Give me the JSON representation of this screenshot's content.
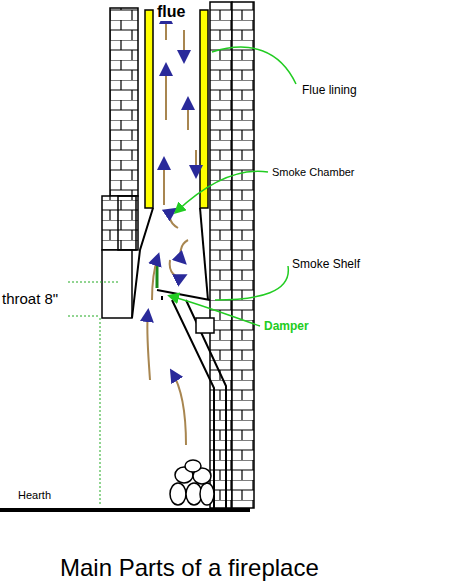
{
  "diagram": {
    "caption": "Main Parts of a fireplace",
    "labels": [
      "flue",
      "Flue lining",
      "Smoke Chamber",
      "Smoke Shelf",
      "Damper",
      "throat 8\"",
      "Hearth"
    ]
  }
}
